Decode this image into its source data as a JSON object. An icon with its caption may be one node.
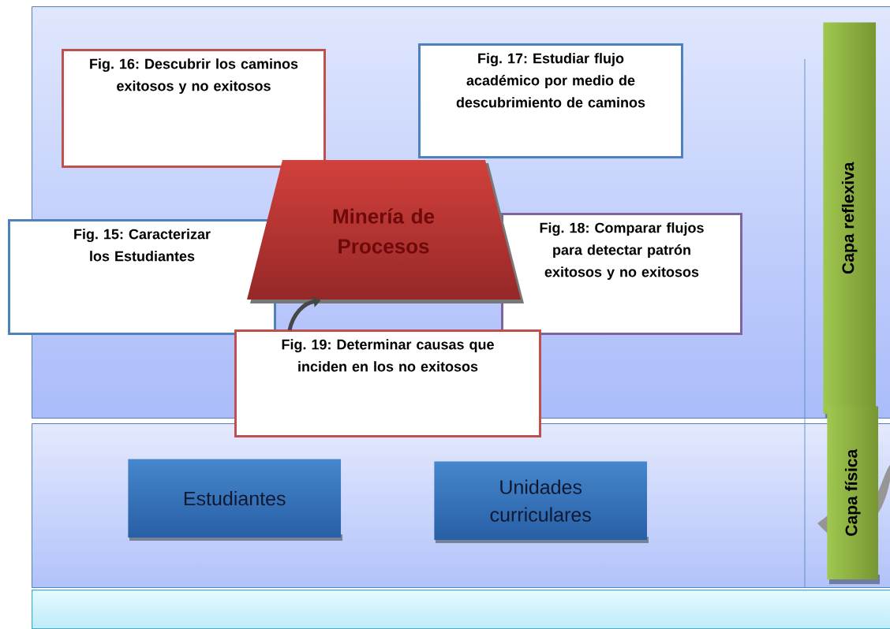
{
  "diagram": {
    "nodes": [
      {
        "text": [],
        "shape": "box"
      },
      {
        "text": [
          "Fig. 16: Descubrir los caminos exitosos y no exitosos"
        ],
        "in": 0
      },
      {
        "text": [
          "Fig. 17: Estudiar flujo académico por medio de descubrimiento de caminos"
        ],
        "in": 0
      },
      {
        "text": [
          "Capa reflexiva"
        ],
        "in": 0
      },
      {
        "text": [
          "Minería de Procesos"
        ],
        "in": 0
      },
      {
        "text": [
          "Fig. 15: Caracterizar los Estudiantes"
        ]
      },
      {
        "text": [
          "Fig. 18: Comparar flujos para detectar patrón exitosos y no exitosos"
        ],
        "in": 0
      },
      {
        "text": [
          "Fig. 19: Determinar causas que inciden en los no exitosos"
        ]
      },
      {
        "text": [],
        "shape": "box"
      },
      {
        "text": [
          "Estudiantes"
        ],
        "in": 8
      },
      {
        "text": [
          "Unidades curriculares"
        ],
        "in": 8
      },
      {
        "text": [
          "Capa física"
        ]
      },
      {
        "text": [],
        "shape": "box"
      }
    ],
    "edges": [
      {
        "from": 7,
        "to": 4,
        "arrow": "to"
      }
    ]
  }
}
